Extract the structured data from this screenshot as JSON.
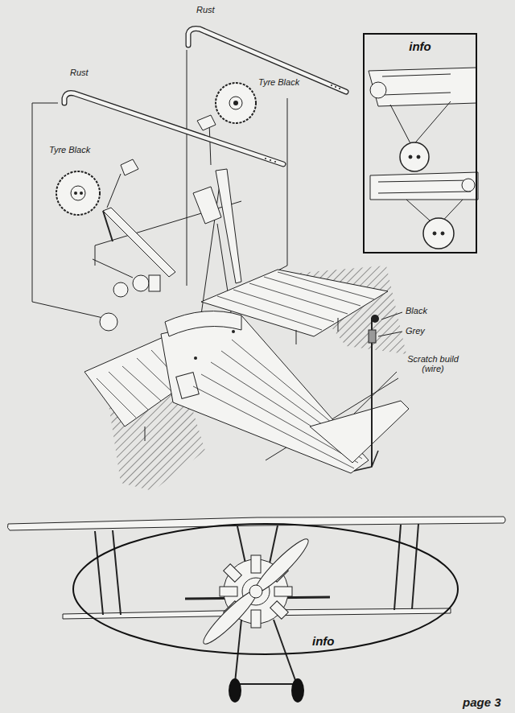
{
  "diagram": {
    "nodes": [
      {
        "text": [
          "info"
        ]
      },
      {
        "text": [
          "info"
        ]
      }
    ],
    "labels": [
      "Rust",
      "Rust",
      "Tyre Black",
      "Tyre Black",
      "Black",
      "Grey",
      "Scratch build (wire)",
      "page 3"
    ]
  }
}
